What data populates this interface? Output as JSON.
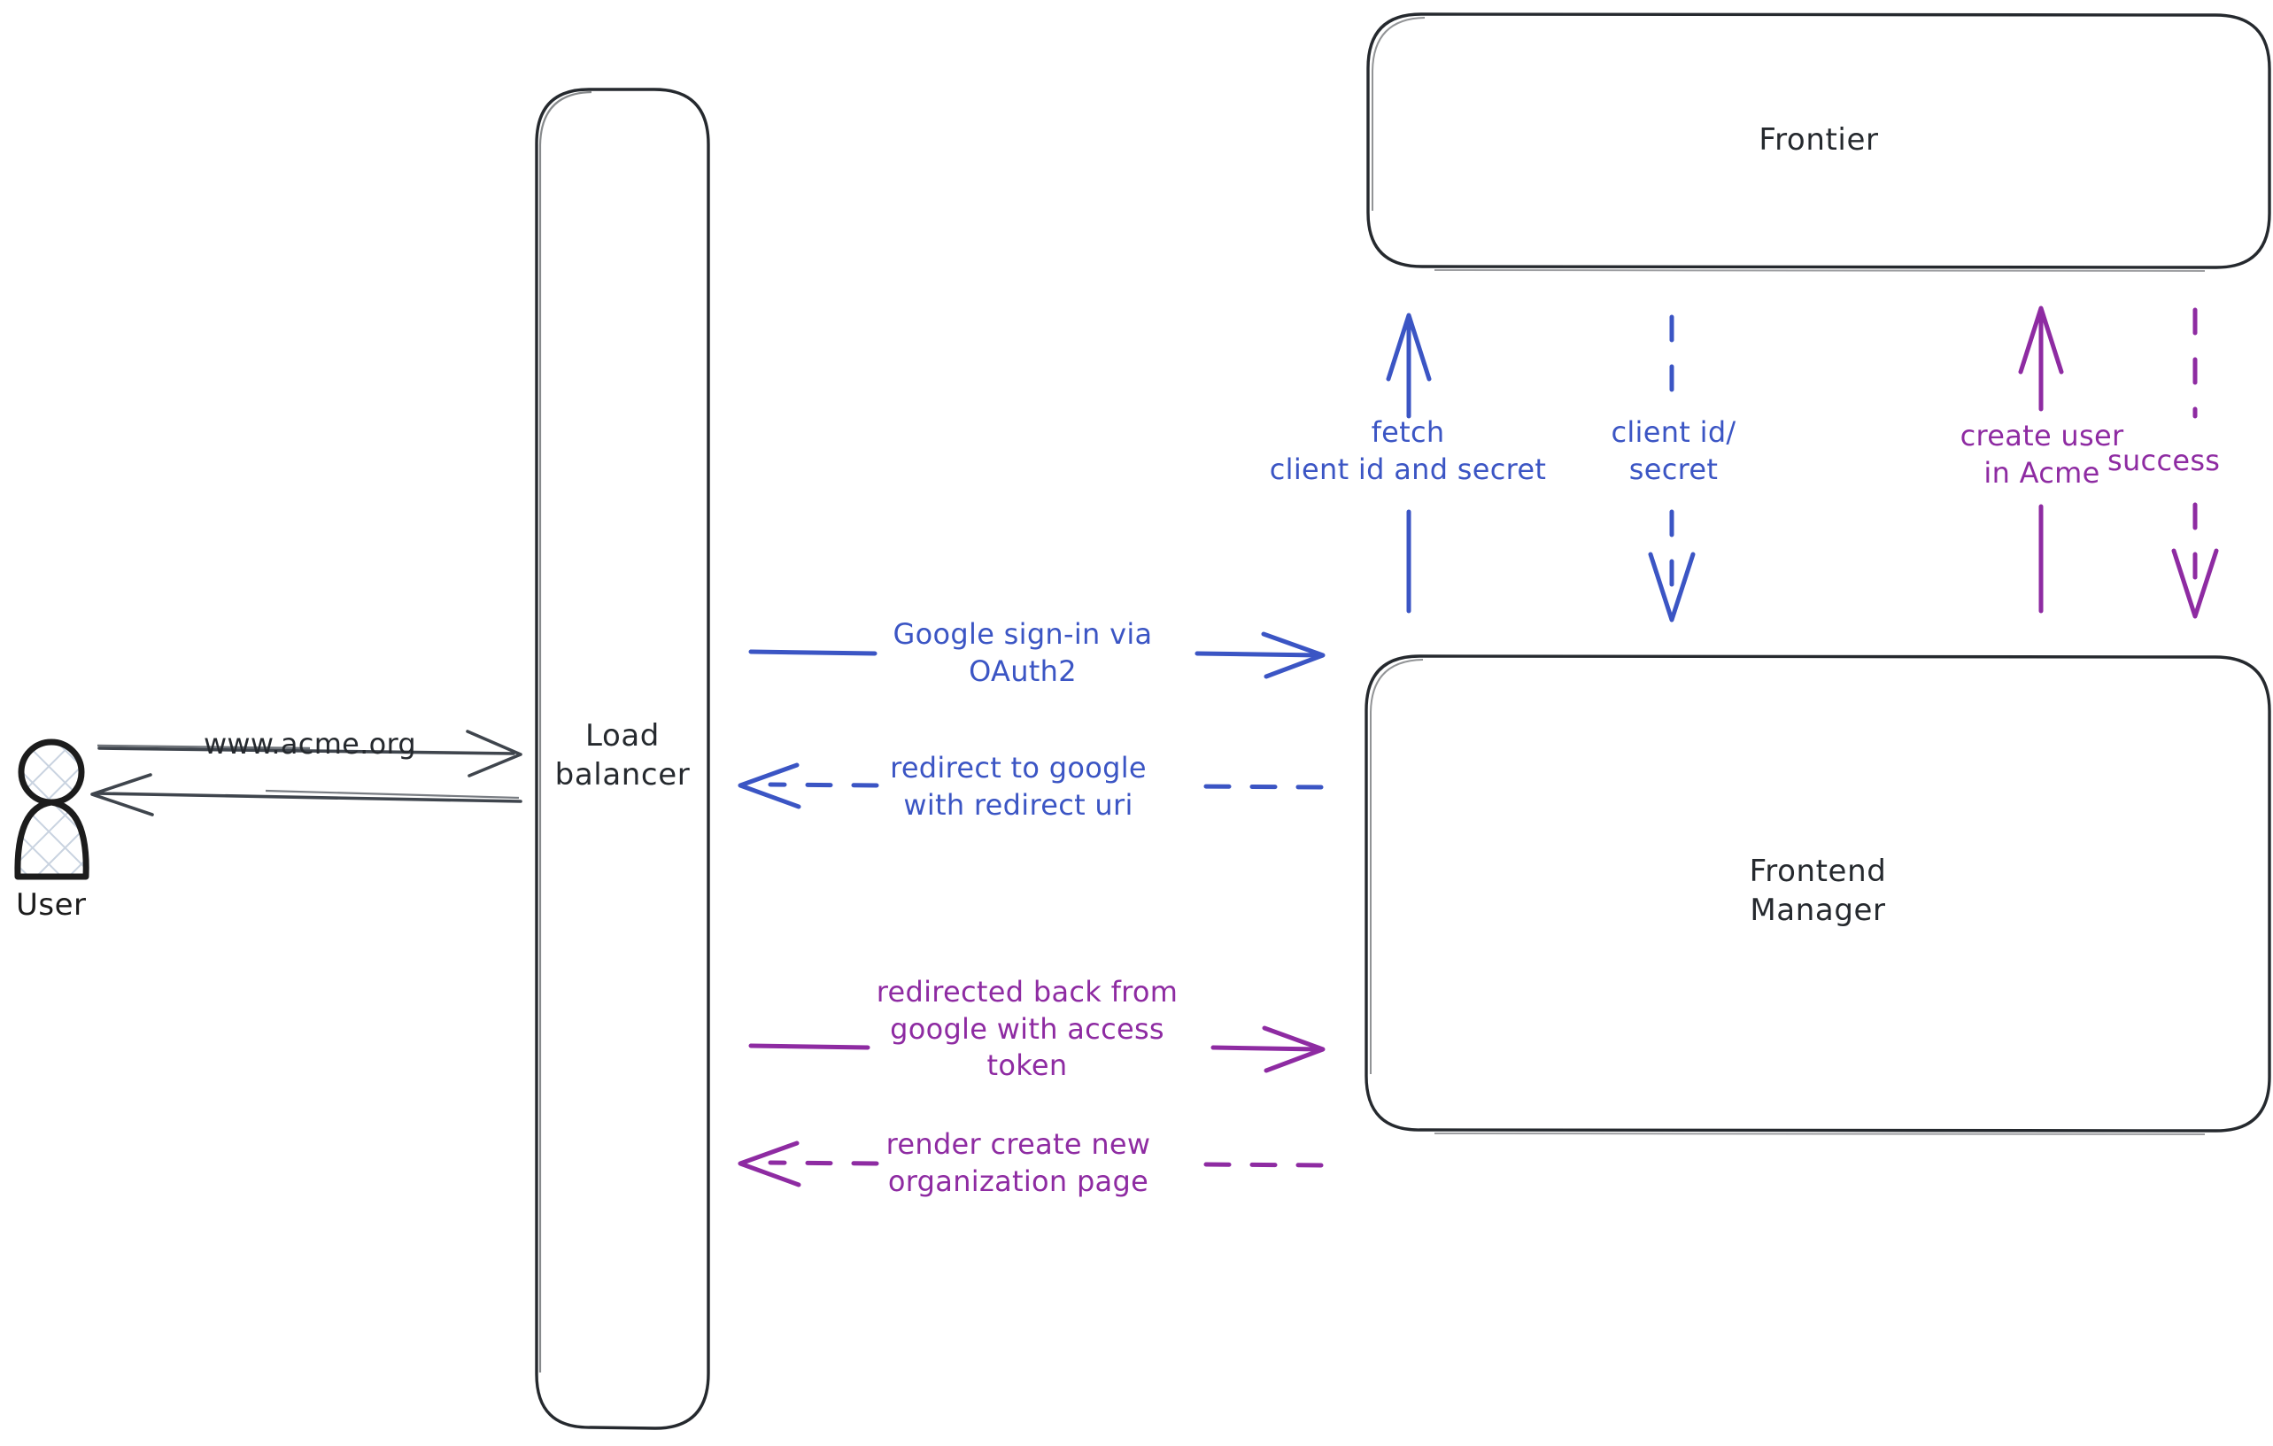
{
  "diagram": {
    "title": "Google sign-in OAuth2 flow",
    "background": "#ffffff",
    "colors": {
      "stroke_dark": "#25292e",
      "blue": "#3b55c4",
      "purple": "#8e2ba2",
      "actor_hatch": "#c9d3e0"
    }
  },
  "actors": [
    {
      "id": "user",
      "label": "User",
      "shape": "person"
    }
  ],
  "nodes": [
    {
      "id": "load-balancer",
      "label": "Load\nbalancer",
      "shape": "rounded-rect"
    },
    {
      "id": "frontier",
      "label": "Frontier",
      "shape": "rounded-rect"
    },
    {
      "id": "frontend-manager",
      "label": "Frontend\nManager",
      "shape": "rounded-rect"
    }
  ],
  "edges": [
    {
      "id": "user-to-lb",
      "label": "www.acme.org",
      "color": "#25292e",
      "style": "solid",
      "direction": "right",
      "from": "user",
      "to": "load-balancer"
    },
    {
      "id": "lb-to-user",
      "label": "",
      "color": "#25292e",
      "style": "solid",
      "direction": "left",
      "from": "load-balancer",
      "to": "user"
    },
    {
      "id": "google-signin",
      "label": "Google sign-in via\nOAuth2",
      "color": "#3b55c4",
      "style": "solid",
      "direction": "right",
      "from": "load-balancer",
      "to": "frontend-manager"
    },
    {
      "id": "redirect-to-google",
      "label": "redirect to google\nwith redirect uri",
      "color": "#3b55c4",
      "style": "dashed",
      "direction": "left",
      "from": "frontend-manager",
      "to": "load-balancer"
    },
    {
      "id": "redirected-back",
      "label": "redirected back from\ngoogle with access\ntoken",
      "color": "#8e2ba2",
      "style": "solid",
      "direction": "right",
      "from": "load-balancer",
      "to": "frontend-manager"
    },
    {
      "id": "render-create-org",
      "label": "render create new\norganization page",
      "color": "#8e2ba2",
      "style": "dashed",
      "direction": "left",
      "from": "frontend-manager",
      "to": "load-balancer"
    },
    {
      "id": "fetch-client-id",
      "label": "fetch\nclient id and secret",
      "color": "#3b55c4",
      "style": "solid",
      "direction": "up",
      "from": "frontend-manager",
      "to": "frontier"
    },
    {
      "id": "client-id-secret",
      "label": "client id/\nsecret",
      "color": "#3b55c4",
      "style": "dashed",
      "direction": "down",
      "from": "frontier",
      "to": "frontend-manager"
    },
    {
      "id": "create-user-in-acme",
      "label": "create user\nin Acme",
      "color": "#8e2ba2",
      "style": "solid",
      "direction": "up",
      "from": "frontend-manager",
      "to": "frontier"
    },
    {
      "id": "success",
      "label": "success",
      "color": "#8e2ba2",
      "style": "dashed",
      "direction": "down",
      "from": "frontier",
      "to": "frontend-manager"
    }
  ]
}
